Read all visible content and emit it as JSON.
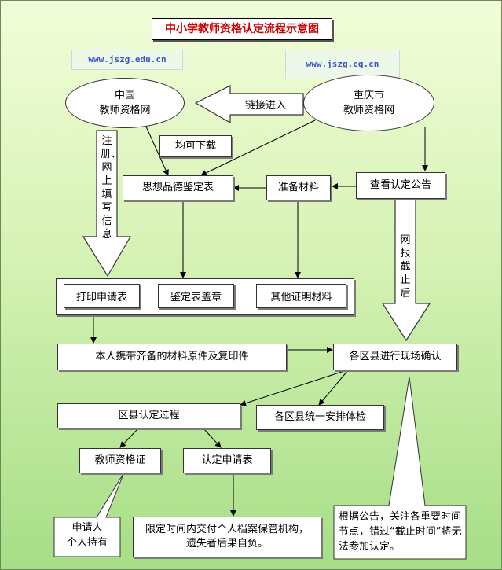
{
  "title": "中小学教师资格认定流程示意图",
  "urls": {
    "left": "www.jszg.edu.cn",
    "right": "www.jszg.cq.cn"
  },
  "nodes": {
    "china_site": "中国\n教师资格网",
    "chongqing_site": "重庆市\n教师资格网",
    "link_in": "链接进入",
    "download": "均可下载",
    "moral_form": "思想品德鉴定表",
    "prepare": "准备材料",
    "check_notice": "查看认定公告",
    "register_note": "注册、网上填写信息",
    "deadline_note": "网报截止后",
    "print_form": "打印申请表",
    "stamp": "鉴定表盖章",
    "other_proof": "其他证明材料",
    "bring_materials": "本人携带齐备的材料原件及复印件",
    "onsite_confirm": "各区县进行现场确认",
    "district_process": "区县认定过程",
    "medical_exam": "各区县统一安排体检",
    "certificate": "教师资格证",
    "app_form": "认定申请表",
    "holder": "申请人\n个人持有",
    "archive": "限定时间内交付个人档案保管机构，\n遗失者后果自负。",
    "notice_tip": "根据公告，关注各重要时间节点，错过“截止时间”将无法参加认定。"
  }
}
